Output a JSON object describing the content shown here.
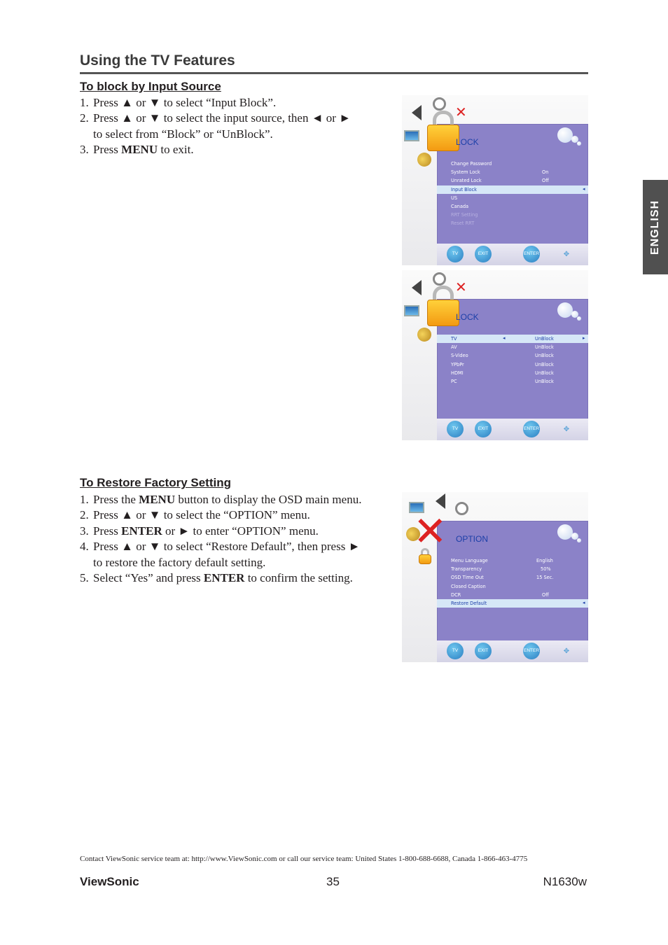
{
  "header": {
    "title": "Using the TV Features"
  },
  "side_tab": {
    "label": "ENGLISH"
  },
  "section_block": {
    "heading": "To block by Input Source",
    "steps": [
      {
        "num": "1.",
        "parts": [
          "Press ▲ or ▼ to select “Input Block”."
        ]
      },
      {
        "num": "2.",
        "parts": [
          "Press ▲ or ▼ to select the input source, then ◄ or ►",
          "to select from “Block” or “UnBlock”."
        ]
      },
      {
        "num": "3.",
        "pre": "Press ",
        "bold": "MENU",
        "post": " to exit."
      }
    ]
  },
  "section_restore": {
    "heading": "To Restore Factory Setting",
    "steps": [
      {
        "num": "1.",
        "pre": "Press the ",
        "bold": "MENU",
        "post": " button to display the OSD main menu."
      },
      {
        "num": "2.",
        "text": "Press ▲ or ▼ to select the “OPTION” menu."
      },
      {
        "num": "3.",
        "pre": "Press ",
        "bold": "ENTER",
        "post": " or ► to enter “OPTION” menu."
      },
      {
        "num": "4.",
        "text": "Press ▲ or ▼ to select “Restore Default”, then press ►",
        "text2": "to restore the factory default setting."
      },
      {
        "num": "5.",
        "pre": "Select “Yes” and press ",
        "bold": "ENTER",
        "post": " to confirm the setting."
      }
    ]
  },
  "osd_lock_menu": {
    "title": "LOCK",
    "rows": [
      {
        "label": "Change Password",
        "value": ""
      },
      {
        "label": "System Lock",
        "value": "On"
      },
      {
        "label": "Unrated Lock",
        "value": "Off"
      },
      {
        "label": "Input Block",
        "value": "",
        "selected": true
      },
      {
        "label": "US",
        "value": ""
      },
      {
        "label": "Canada",
        "value": ""
      },
      {
        "label": "RRT Setting",
        "value": "",
        "dim": true
      },
      {
        "label": "Reset RRT",
        "value": "",
        "dim": true
      }
    ]
  },
  "osd_lock_input": {
    "title": "LOCK",
    "rows": [
      {
        "label": "TV",
        "value": "UnBlock",
        "selected": true
      },
      {
        "label": "AV",
        "value": "UnBlock"
      },
      {
        "label": "S-Video",
        "value": "UnBlock"
      },
      {
        "label": "YPbPr",
        "value": "UnBlock"
      },
      {
        "label": "HDMI",
        "value": "UnBlock"
      },
      {
        "label": "PC",
        "value": "UnBlock"
      }
    ]
  },
  "osd_option": {
    "title": "OPTION",
    "rows": [
      {
        "label": "Menu Language",
        "value": "English"
      },
      {
        "label": "Transparency",
        "value": "50%"
      },
      {
        "label": "OSD Time Out",
        "value": "15 Sec."
      },
      {
        "label": "Closed Caption",
        "value": ""
      },
      {
        "label": "DCR",
        "value": "Off"
      },
      {
        "label": "Restore Default",
        "value": "",
        "selected": true
      }
    ]
  },
  "osd_buttons": {
    "menu": "TV MENU",
    "exit": "EXIT",
    "enter": "ENTER"
  },
  "icons": [
    "speaker-icon",
    "clock-icon",
    "tools-icon",
    "lock-icon",
    "monitor-icon",
    "satellite-dish-icon",
    "bubbles-logo-icon",
    "dpad-icon"
  ],
  "colors": {
    "osd_panel": "#8b82c8",
    "osd_title": "#1c3fa8",
    "osd_selected": "#d6e7f7",
    "side_tab": "#505050"
  },
  "contact": "Contact ViewSonic service team at: http://www.ViewSonic.com or call our service team: United States 1-800-688-6688, Canada 1-866-463-4775",
  "footer": {
    "brand": "ViewSonic",
    "page": "35",
    "model": "N1630w"
  }
}
